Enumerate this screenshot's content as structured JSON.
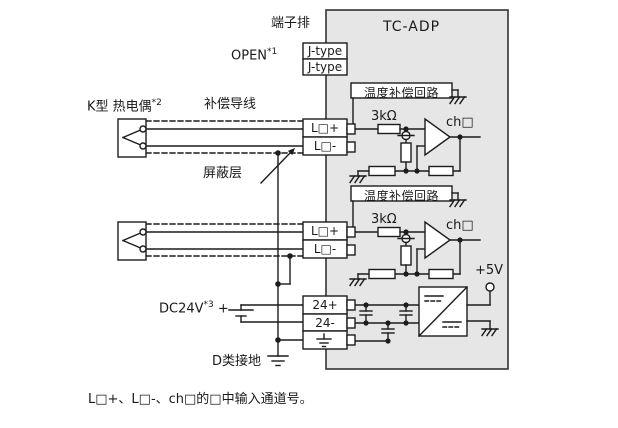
{
  "diagram": {
    "title": "TC-ADP",
    "terminal_strip_label": "端子排",
    "open_label": "OPEN",
    "open_sup": "*1",
    "jtype_top": "J-type",
    "jtype_bottom": "J-type",
    "thermocouple_label": "K型 热电偶",
    "thermocouple_sup": "*2",
    "compensation_wire_label": "补偿导线",
    "shield_label": "屏蔽层",
    "channels": [
      {
        "comp_circuit_label": "温度补偿回路",
        "resistor_label": "3kΩ",
        "amp_label": "ch□",
        "terminal_plus": "L□+",
        "terminal_minus": "L□-"
      },
      {
        "comp_circuit_label": "温度补偿回路",
        "resistor_label": "3kΩ",
        "amp_label": "ch□",
        "terminal_plus": "L□+",
        "terminal_minus": "L□-"
      }
    ],
    "power": {
      "dc_label": "DC24V",
      "dc_sup": "*3",
      "dc_plus": "+",
      "terminal_24p": "24+",
      "terminal_24m": "24-",
      "ground_class_label": "D类接地",
      "v5_label": "+5V"
    },
    "footnote": "L□+、L□-、ch□的□中输入通道号。",
    "colors": {
      "panel_fill": "#e6e6e6",
      "line": "#1c1c1c",
      "bg": "#ffffff"
    }
  }
}
